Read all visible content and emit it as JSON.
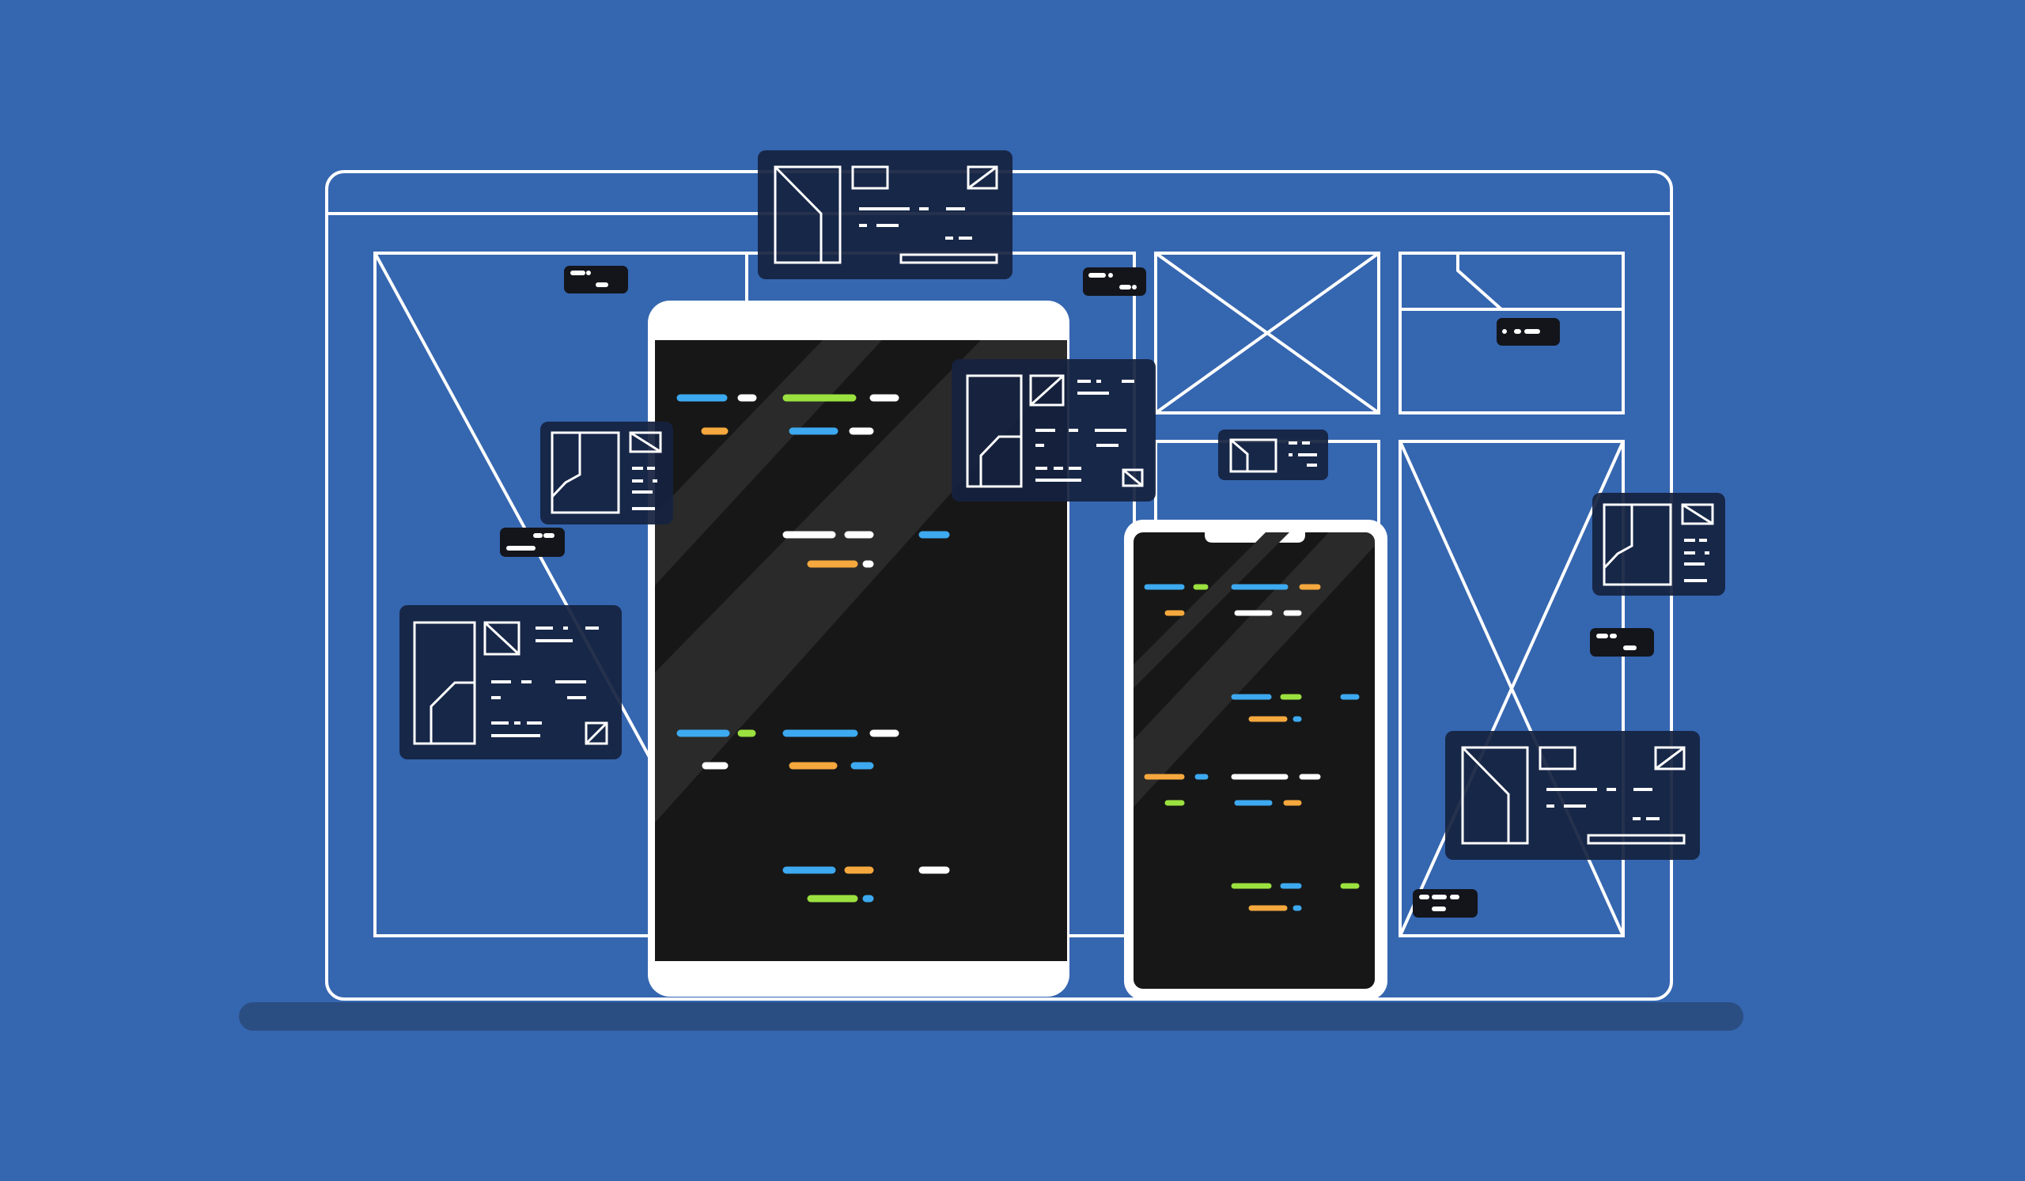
{
  "scene": {
    "colors": {
      "background": "#3566B0",
      "wireframe_stroke": "#FFFFFF",
      "shadow": "#2B4E82",
      "device_body": "#FFFFFF",
      "screen": "#171717",
      "card": "#15223F",
      "tag": "#13151B",
      "code_blue": "#3DA9F0",
      "code_green": "#9BE13F",
      "code_orange": "#F5A83D",
      "code_white": "#FFFFFF"
    },
    "elements": {
      "browser_window": "browser-wireframe",
      "tablet": "tablet-device",
      "phone": "phone-device",
      "floating_cards": "layout-card",
      "floating_tags": "label-tag"
    }
  }
}
